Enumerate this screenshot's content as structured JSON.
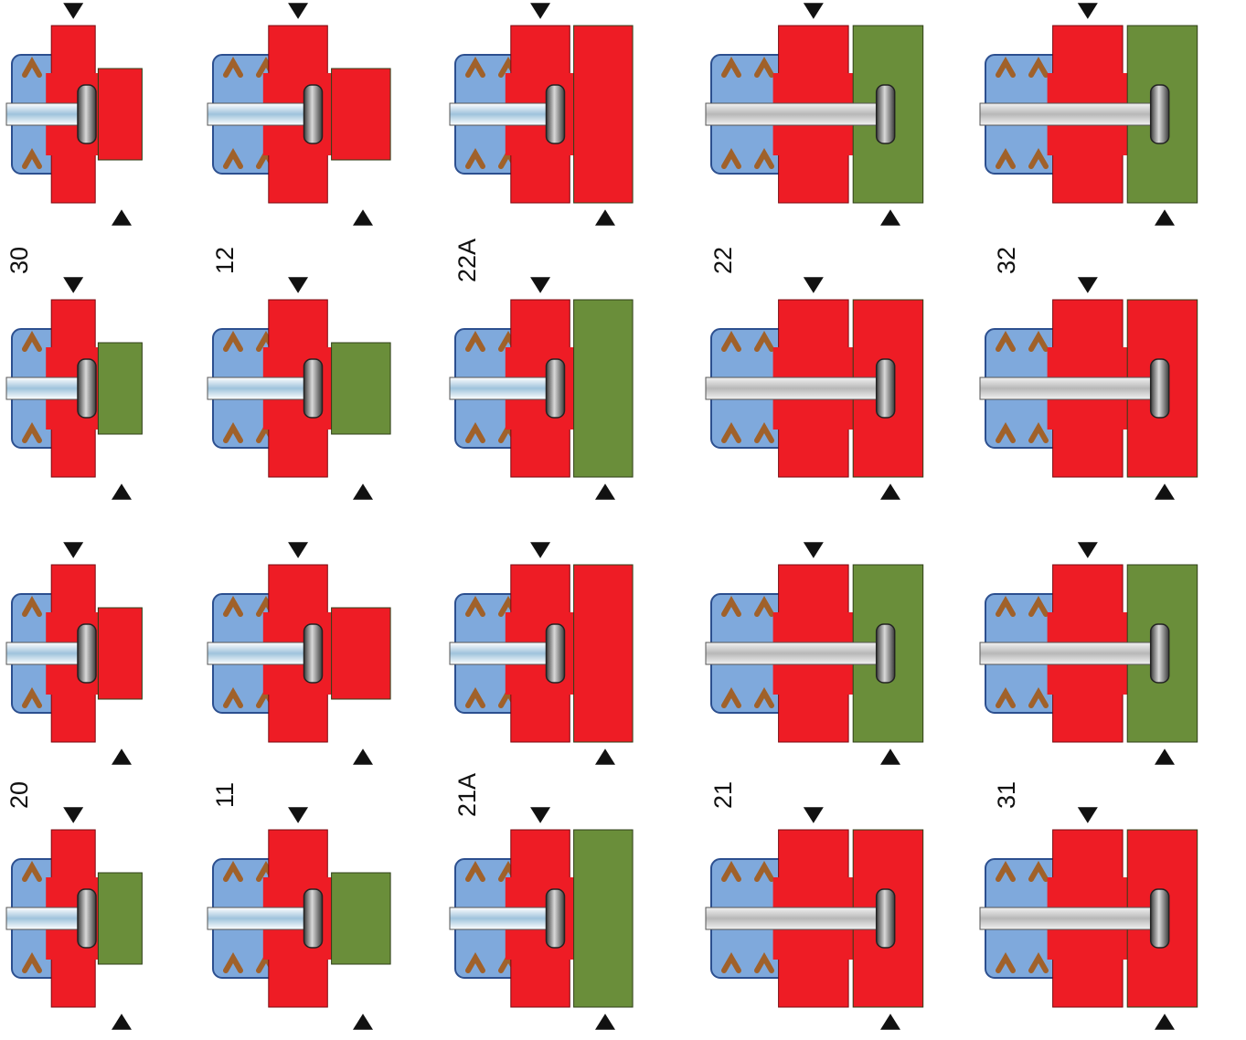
{
  "colors": {
    "pressure": "#ee1c25",
    "exhaust": "#6a8e3a",
    "seal_blue": "#7fa9dc",
    "seal_outline": "#2c4f8f",
    "seal_brown": "#a0612a",
    "stem": "#c8dbe9",
    "arrow": "#111111"
  },
  "rows": [
    {
      "labels": [
        "20",
        "30"
      ],
      "cells": [
        {
          "id": "r1c1",
          "variant": "a",
          "body_colors": [
            "pressure",
            "exhaust"
          ],
          "icon": "valve-poppet-icon"
        },
        {
          "id": "r1c2",
          "variant": "a",
          "body_colors": [
            "pressure",
            "pressure"
          ],
          "icon": "valve-poppet-icon"
        },
        {
          "id": "r1c3",
          "variant": "a",
          "body_colors": [
            "pressure",
            "exhaust"
          ],
          "icon": "valve-poppet-icon"
        },
        {
          "id": "r1c4",
          "variant": "a",
          "body_colors": [
            "pressure",
            "pressure"
          ],
          "icon": "valve-poppet-icon"
        }
      ]
    },
    {
      "labels": [
        "11",
        "12"
      ],
      "cells": [
        {
          "id": "r2c1",
          "variant": "b",
          "body_colors": [
            "pressure",
            "exhaust"
          ],
          "icon": "valve-poppet-icon"
        },
        {
          "id": "r2c2",
          "variant": "b",
          "body_colors": [
            "pressure",
            "pressure"
          ],
          "icon": "valve-poppet-icon"
        },
        {
          "id": "r2c3",
          "variant": "b",
          "body_colors": [
            "pressure",
            "exhaust"
          ],
          "icon": "valve-poppet-icon"
        },
        {
          "id": "r2c4",
          "variant": "b",
          "body_colors": [
            "pressure",
            "pressure"
          ],
          "icon": "valve-poppet-icon"
        }
      ]
    },
    {
      "labels": [
        "21A",
        "22A"
      ],
      "cells": [
        {
          "id": "r3c1",
          "variant": "c",
          "body_colors": [
            "pressure",
            "exhaust"
          ],
          "icon": "valve-poppet-icon"
        },
        {
          "id": "r3c2",
          "variant": "c",
          "body_colors": [
            "pressure",
            "pressure"
          ],
          "icon": "valve-poppet-icon"
        },
        {
          "id": "r3c3",
          "variant": "c",
          "body_colors": [
            "pressure",
            "exhaust"
          ],
          "icon": "valve-poppet-icon"
        },
        {
          "id": "r3c4",
          "variant": "c",
          "body_colors": [
            "pressure",
            "pressure"
          ],
          "icon": "valve-poppet-icon"
        }
      ]
    },
    {
      "labels": [
        "21",
        "22"
      ],
      "cells": [
        {
          "id": "r4c1",
          "variant": "d",
          "body_colors": [
            "pressure",
            "pressure"
          ],
          "icon": "valve-spool-icon"
        },
        {
          "id": "r4c2",
          "variant": "d",
          "body_colors": [
            "pressure",
            "exhaust"
          ],
          "icon": "valve-spool-icon"
        },
        {
          "id": "r4c3",
          "variant": "d",
          "body_colors": [
            "pressure",
            "pressure"
          ],
          "icon": "valve-spool-icon"
        },
        {
          "id": "r4c4",
          "variant": "d",
          "body_colors": [
            "pressure",
            "exhaust"
          ],
          "icon": "valve-spool-icon"
        }
      ]
    },
    {
      "labels": [
        "31",
        "32"
      ],
      "cells": [
        {
          "id": "r5c1",
          "variant": "e",
          "body_colors": [
            "pressure",
            "pressure"
          ],
          "icon": "valve-spool-icon"
        },
        {
          "id": "r5c2",
          "variant": "e",
          "body_colors": [
            "pressure",
            "exhaust"
          ],
          "icon": "valve-spool-icon"
        },
        {
          "id": "r5c3",
          "variant": "e",
          "body_colors": [
            "pressure",
            "pressure"
          ],
          "icon": "valve-spool-icon"
        },
        {
          "id": "r5c4",
          "variant": "e",
          "body_colors": [
            "pressure",
            "exhaust"
          ],
          "icon": "valve-spool-icon"
        }
      ]
    }
  ]
}
